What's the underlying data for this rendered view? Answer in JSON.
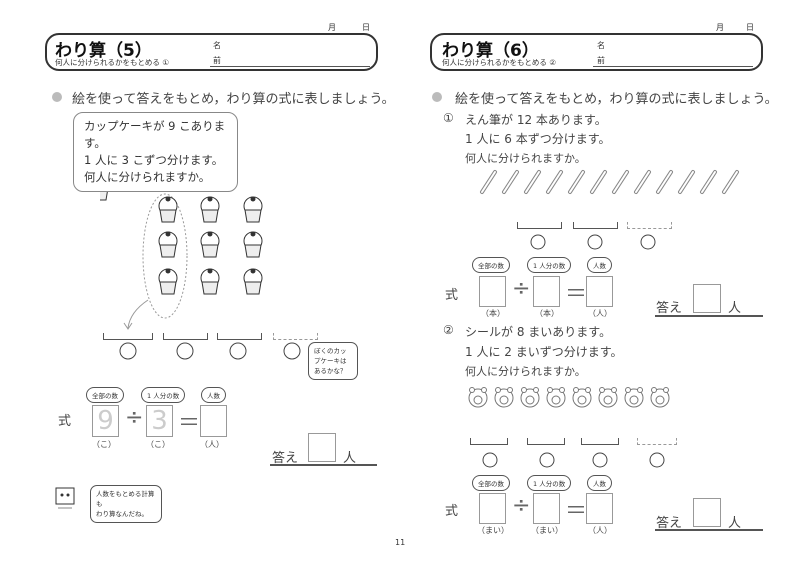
{
  "left": {
    "month": "月",
    "day": "日",
    "title": "わり算（5）",
    "subtitle": "何人に分けられるかをもとめる ①",
    "name_label_1": "名",
    "name_label_2": "前",
    "instruction": "絵を使って答えをもとめ，わり算の式に表しましょう。",
    "problem": [
      "カップケーキが 9 こあります。",
      "1 人に 3 こずつ分けます。",
      "何人に分けられますか。"
    ],
    "child_bubble": [
      "ぼくのカップケーキは",
      "あるかな？"
    ],
    "formula": {
      "label": "式",
      "bubbles": [
        "全部の数",
        "1 人分の数",
        "人数"
      ],
      "values": [
        "9",
        "3",
        ""
      ],
      "units": [
        "（こ）",
        "（こ）",
        "（人）"
      ],
      "div": "÷",
      "eq": "＝"
    },
    "answer": {
      "label": "答え",
      "unit": "人"
    },
    "robot_bubble": [
      "人数をもとめる計算も",
      "わり算なんだね。"
    ]
  },
  "right": {
    "month": "月",
    "day": "日",
    "title": "わり算（6）",
    "subtitle": "何人に分けられるかをもとめる ②",
    "name_label_1": "名",
    "name_label_2": "前",
    "instruction": "絵を使って答えをもとめ，わり算の式に表しましょう。",
    "q1": {
      "num": "①",
      "lines": [
        "えん筆が 12 本あります。",
        "1 人に 6 本ずつ分けます。",
        "何人に分けられますか。"
      ],
      "formula": {
        "label": "式",
        "bubbles": [
          "全部の数",
          "1 人分の数",
          "人数"
        ],
        "units": [
          "（本）",
          "（本）",
          "（人）"
        ],
        "div": "÷",
        "eq": "＝"
      },
      "answer": {
        "label": "答え",
        "unit": "人"
      }
    },
    "q2": {
      "num": "②",
      "lines": [
        "シールが 8 まいあります。",
        "1 人に 2 まいずつ分けます。",
        "何人に分けられますか。"
      ],
      "formula": {
        "label": "式",
        "bubbles": [
          "全部の数",
          "1 人分の数",
          "人数"
        ],
        "units": [
          "（まい）",
          "（まい）",
          "（人）"
        ],
        "div": "÷",
        "eq": "＝"
      },
      "answer": {
        "label": "答え",
        "unit": "人"
      }
    }
  },
  "page_number": "11"
}
